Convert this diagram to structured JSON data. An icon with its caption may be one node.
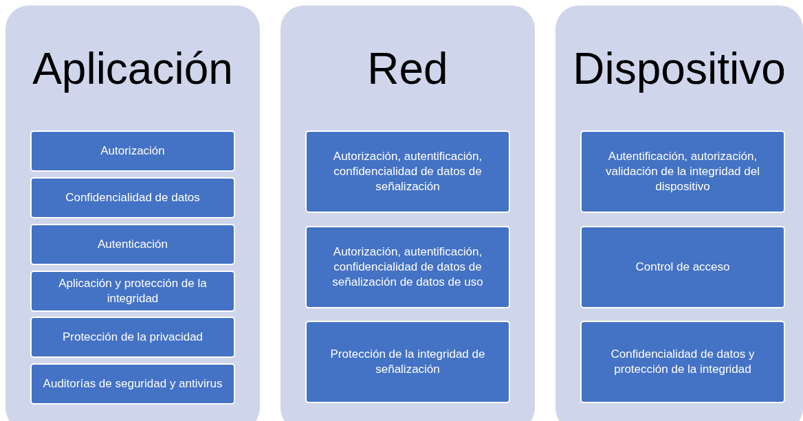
{
  "diagram": {
    "nodes": [
      {
        "text": [
          "Aplicación"
        ]
      },
      {
        "text": [
          "Autorización"
        ],
        "in": 0
      },
      {
        "text": [
          "Confidencialidad de datos"
        ],
        "in": 0
      },
      {
        "text": [
          "Autenticación"
        ],
        "in": 0
      },
      {
        "text": [
          "Aplicación y protección de la integridad"
        ],
        "in": 0
      },
      {
        "text": [
          "Protección de la privacidad"
        ],
        "in": 0
      },
      {
        "text": [
          "Auditorías de seguridad y antivirus"
        ],
        "in": 0
      },
      {
        "text": [
          "Red"
        ]
      },
      {
        "text": [
          "Autorización, autentificación, confidencialidad de datos de señalización"
        ],
        "in": 7
      },
      {
        "text": [
          "Autorización, autentificación, confidencialidad de datos de señalización de datos de uso"
        ],
        "in": 7
      },
      {
        "text": [
          "Protección de la integridad de señalización"
        ],
        "in": 7
      },
      {
        "text": [
          "Dispositivo"
        ]
      },
      {
        "text": [
          "Autentificación, autorización, validación de la integridad del dispositivo"
        ],
        "in": 11
      },
      {
        "text": [
          "Control de acceso"
        ],
        "in": 11
      },
      {
        "text": [
          "Confidencialidad de datos y protección de la integridad"
        ],
        "in": 11
      }
    ]
  }
}
